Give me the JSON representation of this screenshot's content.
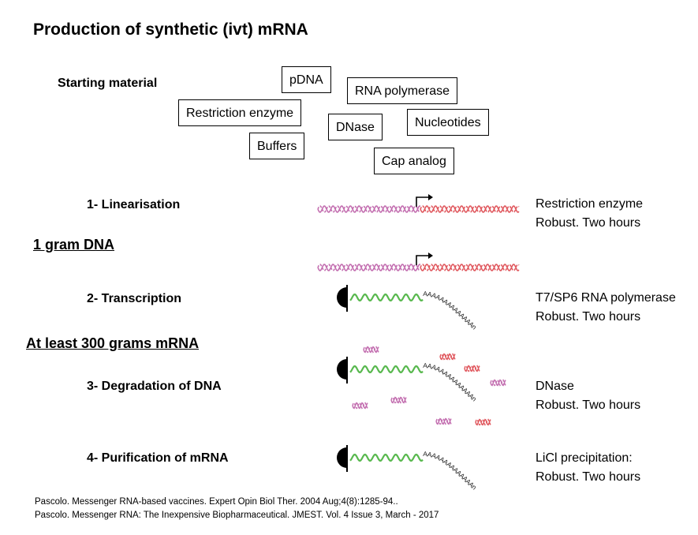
{
  "title": "Production of synthetic (ivt) mRNA",
  "starting_material_label": "Starting material",
  "materials": {
    "pdna": "pDNA",
    "rna_polymerase": "RNA polymerase",
    "restriction_enzyme": "Restriction enzyme",
    "dnase": "DNase",
    "nucleotides": "Nucleotides",
    "buffers": "Buffers",
    "cap_analog": "Cap analog"
  },
  "steps": [
    {
      "label": "1- Linearisation",
      "notes": [
        "Restriction enzyme",
        "Robust. Two hours"
      ]
    },
    {
      "label": "2- Transcription",
      "notes": [
        "T7/SP6 RNA polymerase",
        "Robust. Two hours"
      ]
    },
    {
      "label": "3- Degradation of DNA",
      "notes": [
        "DNase",
        "Robust. Two hours"
      ]
    },
    {
      "label": "4- Purification of mRNA",
      "notes": [
        "LiCl precipitation:",
        "Robust. Two hours"
      ]
    }
  ],
  "sections": {
    "dna_amount": "1 gram DNA",
    "mrna_amount": "At least 300 grams mRNA"
  },
  "poly_a_tail": "AAAAAAAAAAAAAAn",
  "references": [
    "Pascolo. Messenger RNA-based vaccines. Expert Opin Biol Ther. 2004 Aug;4(8):1285-94..",
    "Pascolo. Messenger RNA: The Inexpensive Biopharmaceutical. JMEST. Vol. 4 Issue 3, March - 2017"
  ],
  "colors": {
    "dna_pink": "#c36fb0",
    "dna_red": "#e0595f",
    "mrna_green": "#58b84e",
    "cap": "#000000"
  }
}
